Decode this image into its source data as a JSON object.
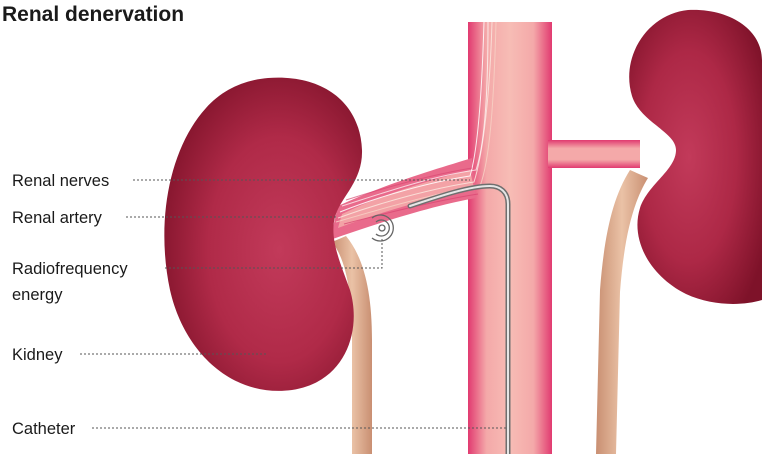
{
  "title": "Renal denervation",
  "labels": {
    "renal_nerves": "Renal nerves",
    "renal_artery": "Renal artery",
    "radiofrequency_line1": "Radiofrequency",
    "radiofrequency_line2": "energy",
    "kidney": "Kidney",
    "catheter": "Catheter"
  },
  "colors": {
    "kidney_dark": "#8e1731",
    "kidney_mid": "#b02a48",
    "aorta_pink": "#e8447a",
    "aorta_light": "#f6b7b2",
    "ureter": "#d8a98a",
    "catheter": "#7a7a7a",
    "text": "#1a1a1a"
  },
  "icons": [
    "kidney-left",
    "kidney-right",
    "aorta",
    "renal-artery",
    "renal-nerves",
    "catheter",
    "rf-energy-icon"
  ]
}
